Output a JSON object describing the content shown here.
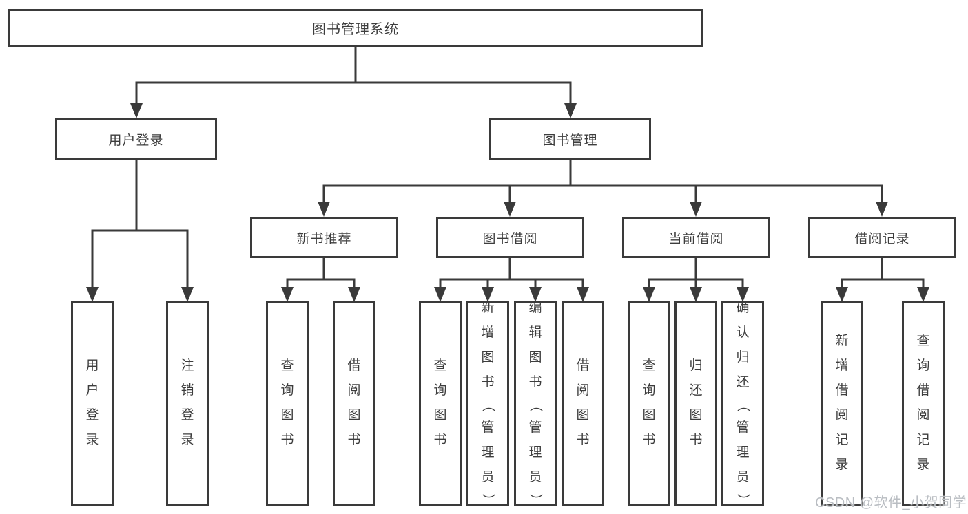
{
  "tree": {
    "root": {
      "label": "图书管理系统",
      "children": [
        {
          "label": "用户登录",
          "children": [
            {
              "label": "用户登录"
            },
            {
              "label": "注销登录"
            }
          ]
        },
        {
          "label": "图书管理",
          "children": [
            {
              "label": "新书推荐",
              "children": [
                {
                  "label": "查询图书"
                },
                {
                  "label": "借阅图书"
                }
              ]
            },
            {
              "label": "图书借阅",
              "children": [
                {
                  "label": "查询图书"
                },
                {
                  "label": "新增图书（管理员）"
                },
                {
                  "label": "编辑图书（管理员）"
                },
                {
                  "label": "借阅图书"
                }
              ]
            },
            {
              "label": "当前借阅",
              "children": [
                {
                  "label": "查询图书"
                },
                {
                  "label": "归还图书"
                },
                {
                  "label": "确认归还（管理员）"
                }
              ]
            },
            {
              "label": "借阅记录",
              "children": [
                {
                  "label": "新增借阅记录"
                },
                {
                  "label": "查询借阅记录"
                }
              ]
            }
          ]
        }
      ]
    }
  },
  "watermark": {
    "text": "CSDN @软件_小贺同学"
  },
  "colors": {
    "line": "#3a3a3a",
    "text": "#3d3d3d",
    "background": "#ffffff",
    "watermark": "#b9bdc2"
  }
}
